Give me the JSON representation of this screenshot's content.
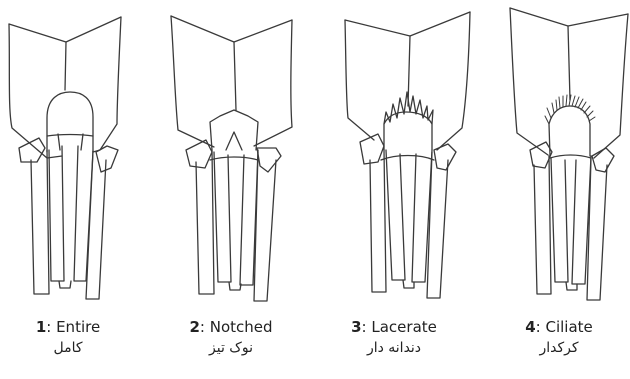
{
  "figure": {
    "stroke_color": "#3a3a3a",
    "panels": [
      {
        "number": "1",
        "label": "Entire",
        "label_fa": "کامل",
        "icon": "entire-tip-drawing"
      },
      {
        "number": "2",
        "label": "Notched",
        "label_fa": "نوک تیز",
        "icon": "notched-tip-drawing"
      },
      {
        "number": "3",
        "label": "Lacerate",
        "label_fa": "دندانه دار",
        "icon": "lacerate-tip-drawing"
      },
      {
        "number": "4",
        "label": "Ciliate",
        "label_fa": "کرکدار",
        "icon": "ciliate-tip-drawing"
      }
    ]
  }
}
